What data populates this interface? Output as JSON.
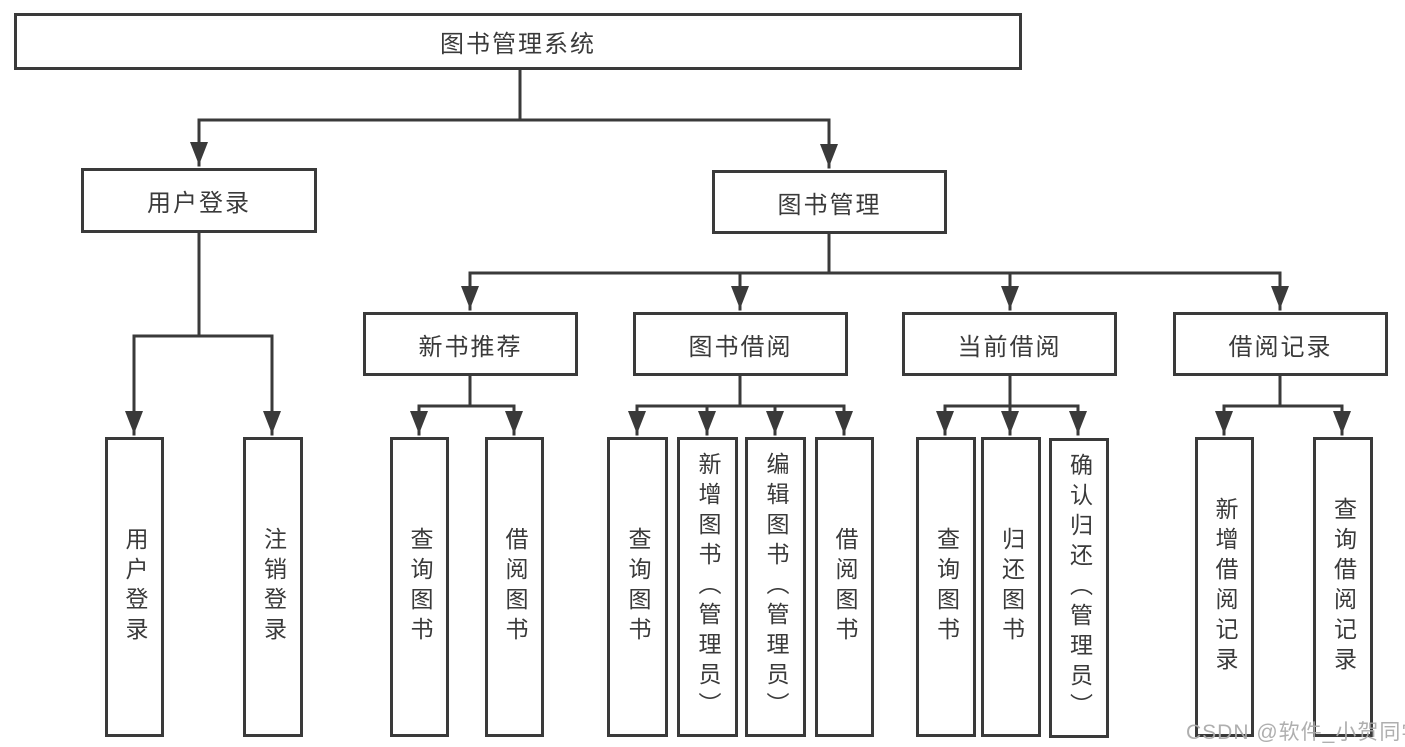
{
  "diagram": {
    "title": "图书管理系统",
    "root": {
      "label": "图书管理系统"
    },
    "branches": [
      {
        "label": "用户登录",
        "children": [
          {
            "label": "用户登录"
          },
          {
            "label": "注销登录"
          }
        ]
      },
      {
        "label": "图书管理",
        "groups": [
          {
            "label": "新书推荐",
            "children": [
              {
                "label": "查询图书"
              },
              {
                "label": "借阅图书"
              }
            ]
          },
          {
            "label": "图书借阅",
            "children": [
              {
                "label": "查询图书"
              },
              {
                "label": "新增图书（管理员）"
              },
              {
                "label": "编辑图书（管理员）"
              },
              {
                "label": "借阅图书"
              }
            ]
          },
          {
            "label": "当前借阅",
            "children": [
              {
                "label": "查询图书"
              },
              {
                "label": "归还图书"
              },
              {
                "label": "确认归还（管理员）"
              }
            ]
          },
          {
            "label": "借阅记录",
            "children": [
              {
                "label": "新增借阅记录"
              },
              {
                "label": "查询借阅记录"
              }
            ]
          }
        ]
      }
    ]
  },
  "watermark": {
    "text": "CSDN @软件_小贺同学"
  },
  "colors": {
    "box_border": "#3a3a3a",
    "connector": "#3a3a3a",
    "text": "#3a3a3a",
    "background": "#ffffff",
    "watermark": "#ababab"
  }
}
